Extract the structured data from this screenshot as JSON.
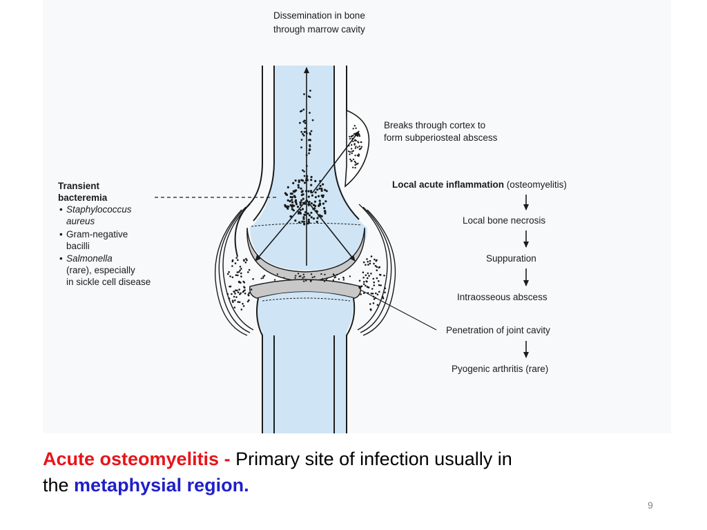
{
  "labels": {
    "dissemination": [
      "Dissemination in bone",
      "through marrow cavity"
    ],
    "breaks_through": [
      "Breaks through cortex to",
      "form subperiosteal abscess"
    ],
    "transient_title": [
      "Transient",
      "bacteremia"
    ],
    "bullets": [
      {
        "lines": [
          "Staphylococcus",
          "aureus"
        ],
        "italic": true
      },
      {
        "lines": [
          "Gram-negative",
          "bacilli"
        ],
        "italic": false
      },
      {
        "lines": [
          "Salmonella",
          "(rare), especially",
          "in sickle cell disease"
        ],
        "italic_first": true
      }
    ],
    "bullet_glyph": "•"
  },
  "flow": {
    "step1_bold": "Local acute inflammation",
    "step1_rest": " (osteomyelitis)",
    "steps": [
      "Local bone necrosis",
      "Suppuration",
      "Intraosseous abscess",
      "Penetration of joint cavity",
      "Pyogenic arthritis (rare)"
    ]
  },
  "caption": {
    "red": "Acute osteomyelitis - ",
    "plain1": "Primary site of infection usually in",
    "plain2": "the ",
    "blue": "metaphysial region."
  },
  "slide_number": "9",
  "colors": {
    "marrow": "#cfe5f5",
    "joint_blue": "#a9d2ee",
    "line": "#1a1a1a",
    "red": "#e8141a",
    "blue": "#1f1fc9",
    "slide_number": "#808080"
  }
}
